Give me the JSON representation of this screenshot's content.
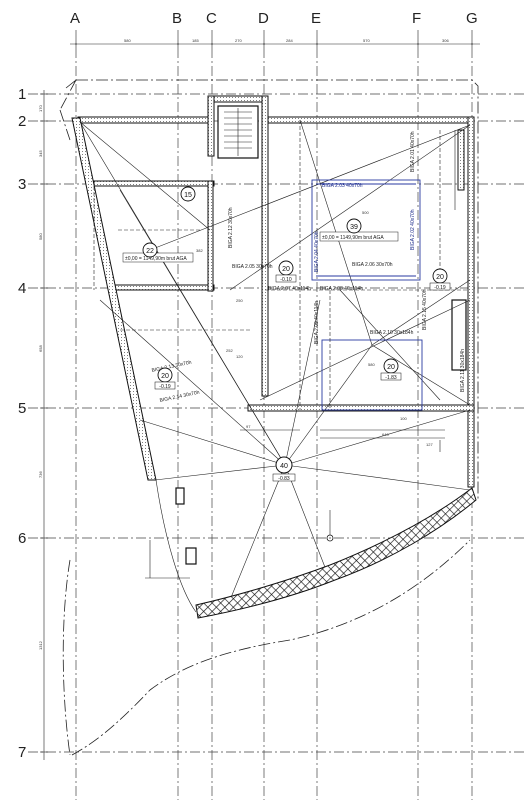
{
  "grid_columns": [
    "A",
    "B",
    "C",
    "D",
    "E",
    "F",
    "G"
  ],
  "grid_rows": [
    "1",
    "2",
    "3",
    "4",
    "5",
    "6",
    "7"
  ],
  "top_dimensions": [
    "580",
    "185",
    "270",
    "284",
    "570",
    "306"
  ],
  "left_dimensions": [
    "170",
    "345",
    "580",
    "658",
    "736",
    "1312"
  ],
  "level_tags": [
    {
      "num": "15",
      "level": ""
    },
    {
      "num": "22",
      "level": ""
    },
    {
      "num": "39",
      "level": ""
    },
    {
      "num": "20",
      "level": "-0.10"
    },
    {
      "num": "20",
      "level": "-0.19"
    },
    {
      "num": "20",
      "level": "-1.83"
    },
    {
      "num": "20",
      "level": "-0.19"
    },
    {
      "num": "40",
      "level": "-0.83"
    }
  ],
  "beam_labels": [
    "BIGA 2.03 40x70h",
    "BIGA 2.04 40x70h",
    "BIGA 2.02 40x70h",
    "BIGA 2.06 30x70h",
    "BIGA 2.05 30x70h",
    "BIGA 2.07 40x114h",
    "BIGA 2.08 40x114h",
    "BIGA 2.09 40x114h",
    "BIGA 2.10 30x184h",
    "BIGA 2.11 30x184h",
    "BIGA 2.15 40x70h",
    "BIGA 2.13 30x70h",
    "BIGA 2.14 30x70h",
    "BIGA 2.12 30x70h",
    "BIGA 2.01 40x70h"
  ],
  "reference_notes": [
    "±0,00 = 1149,90m brut AGA",
    "±0,00 = 1149,90m brut AGA"
  ],
  "dimension_notes": [
    "500",
    "250",
    "120",
    "382",
    "640",
    "580",
    "100",
    "127",
    "252",
    "97"
  ]
}
